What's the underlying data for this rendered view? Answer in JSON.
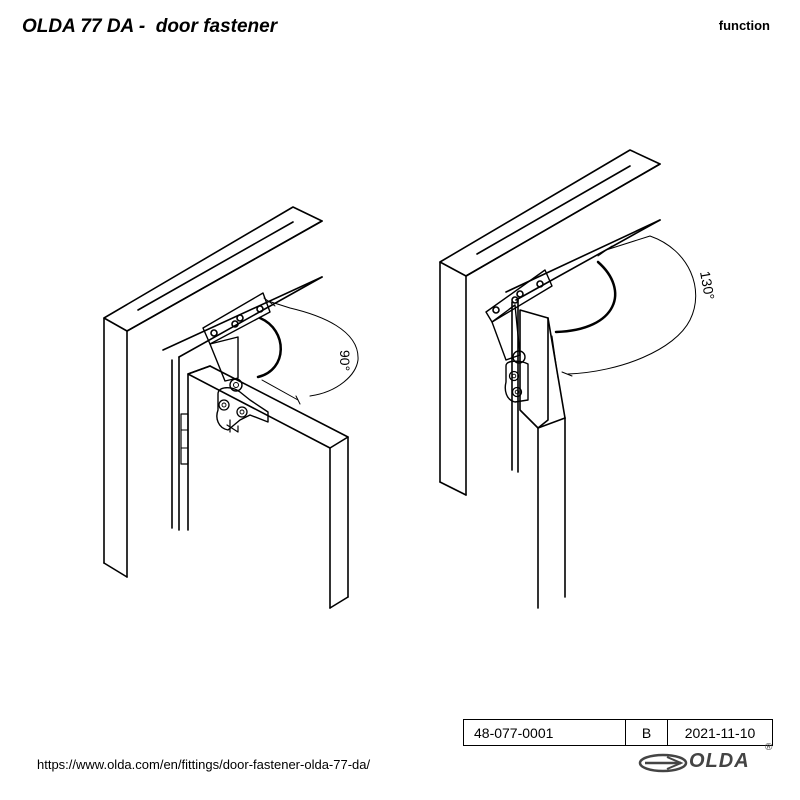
{
  "header": {
    "title": "OLDA 77 DA -  door fastener",
    "section": "function"
  },
  "figures": {
    "left_angle_label": "90°",
    "right_angle_label": "130°"
  },
  "doc_info": {
    "part_number": "48-077-0001",
    "revision": "B",
    "date": "2021-11-10"
  },
  "footer": {
    "url": "https://www.olda.com/en/fittings/door-fastener-olda-77-da/",
    "brand": "OLDA",
    "registered_mark": "®"
  },
  "colors": {
    "line": "#000000",
    "logo": "#444444"
  }
}
